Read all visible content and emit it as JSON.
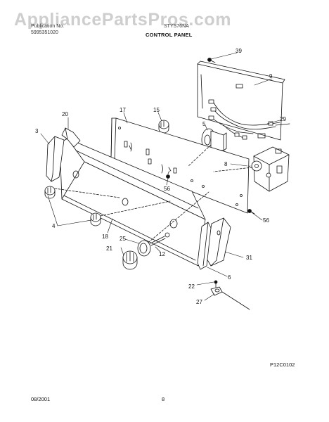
{
  "watermark": "AppliancePartsPros.com",
  "header": {
    "left_line1": "Publication No.",
    "left_line2": "5995351020",
    "model": "STYS76NA",
    "section_title": "CONTROL PANEL"
  },
  "callouts": {
    "c3": "3",
    "c4": "4",
    "c5": "5",
    "c6": "6",
    "c8": "8",
    "c9": "9",
    "c12": "12",
    "c15": "15",
    "c17": "17",
    "c18": "18",
    "c20": "20",
    "c21": "21",
    "c22": "22",
    "c25": "25",
    "c27": "27",
    "c29": "29",
    "c31": "31",
    "c39": "39",
    "c56a": "56",
    "c56b": "56"
  },
  "figure_id": "P12C0102",
  "footer": {
    "date": "08/2001",
    "page": "8"
  },
  "colors": {
    "ink": "#111111",
    "watermark": "#a5a5a5",
    "background": "#ffffff"
  }
}
